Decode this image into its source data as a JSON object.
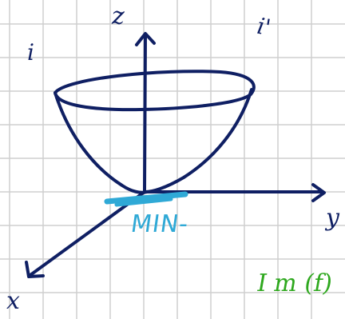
{
  "labels": {
    "z_axis": "z",
    "y_axis": "y",
    "x_axis": "x",
    "left_mark": "i",
    "right_mark": "i'",
    "minimum": "MIN-",
    "image": "I m (f)"
  },
  "colors": {
    "ink": "#0f1f63",
    "highlight": "#2fa9d6",
    "green": "#2ea81e",
    "grid": "#cfcfcf"
  }
}
